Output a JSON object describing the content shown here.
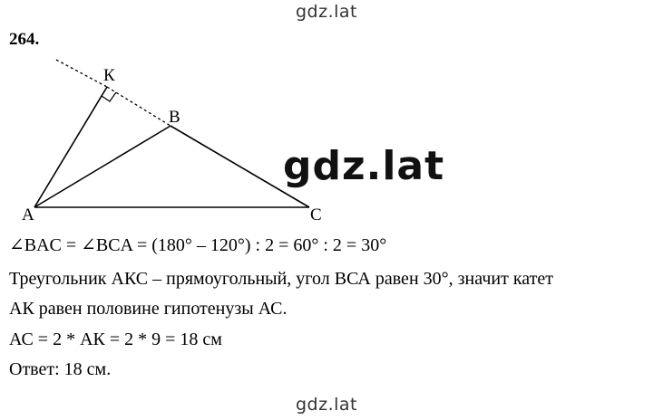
{
  "watermark": {
    "top": "gdz.lat",
    "middle": "gdz.lat",
    "bottom": "gdz.lat"
  },
  "problem": {
    "number": "264."
  },
  "figure": {
    "labels": {
      "A": "A",
      "B": "B",
      "C": "C",
      "K": "К"
    }
  },
  "solution": {
    "lines": [
      "∠BAC = ∠BCA = (180° – 120°) : 2 = 60° : 2 = 30°",
      "Треугольник АКС – прямоугольный, угол ВСА равен 30°, значит катет",
      "АК равен половине гипотенузы АС.",
      "АС = 2 * АК = 2 * 9 = 18 см",
      "Ответ: 18 см."
    ]
  }
}
